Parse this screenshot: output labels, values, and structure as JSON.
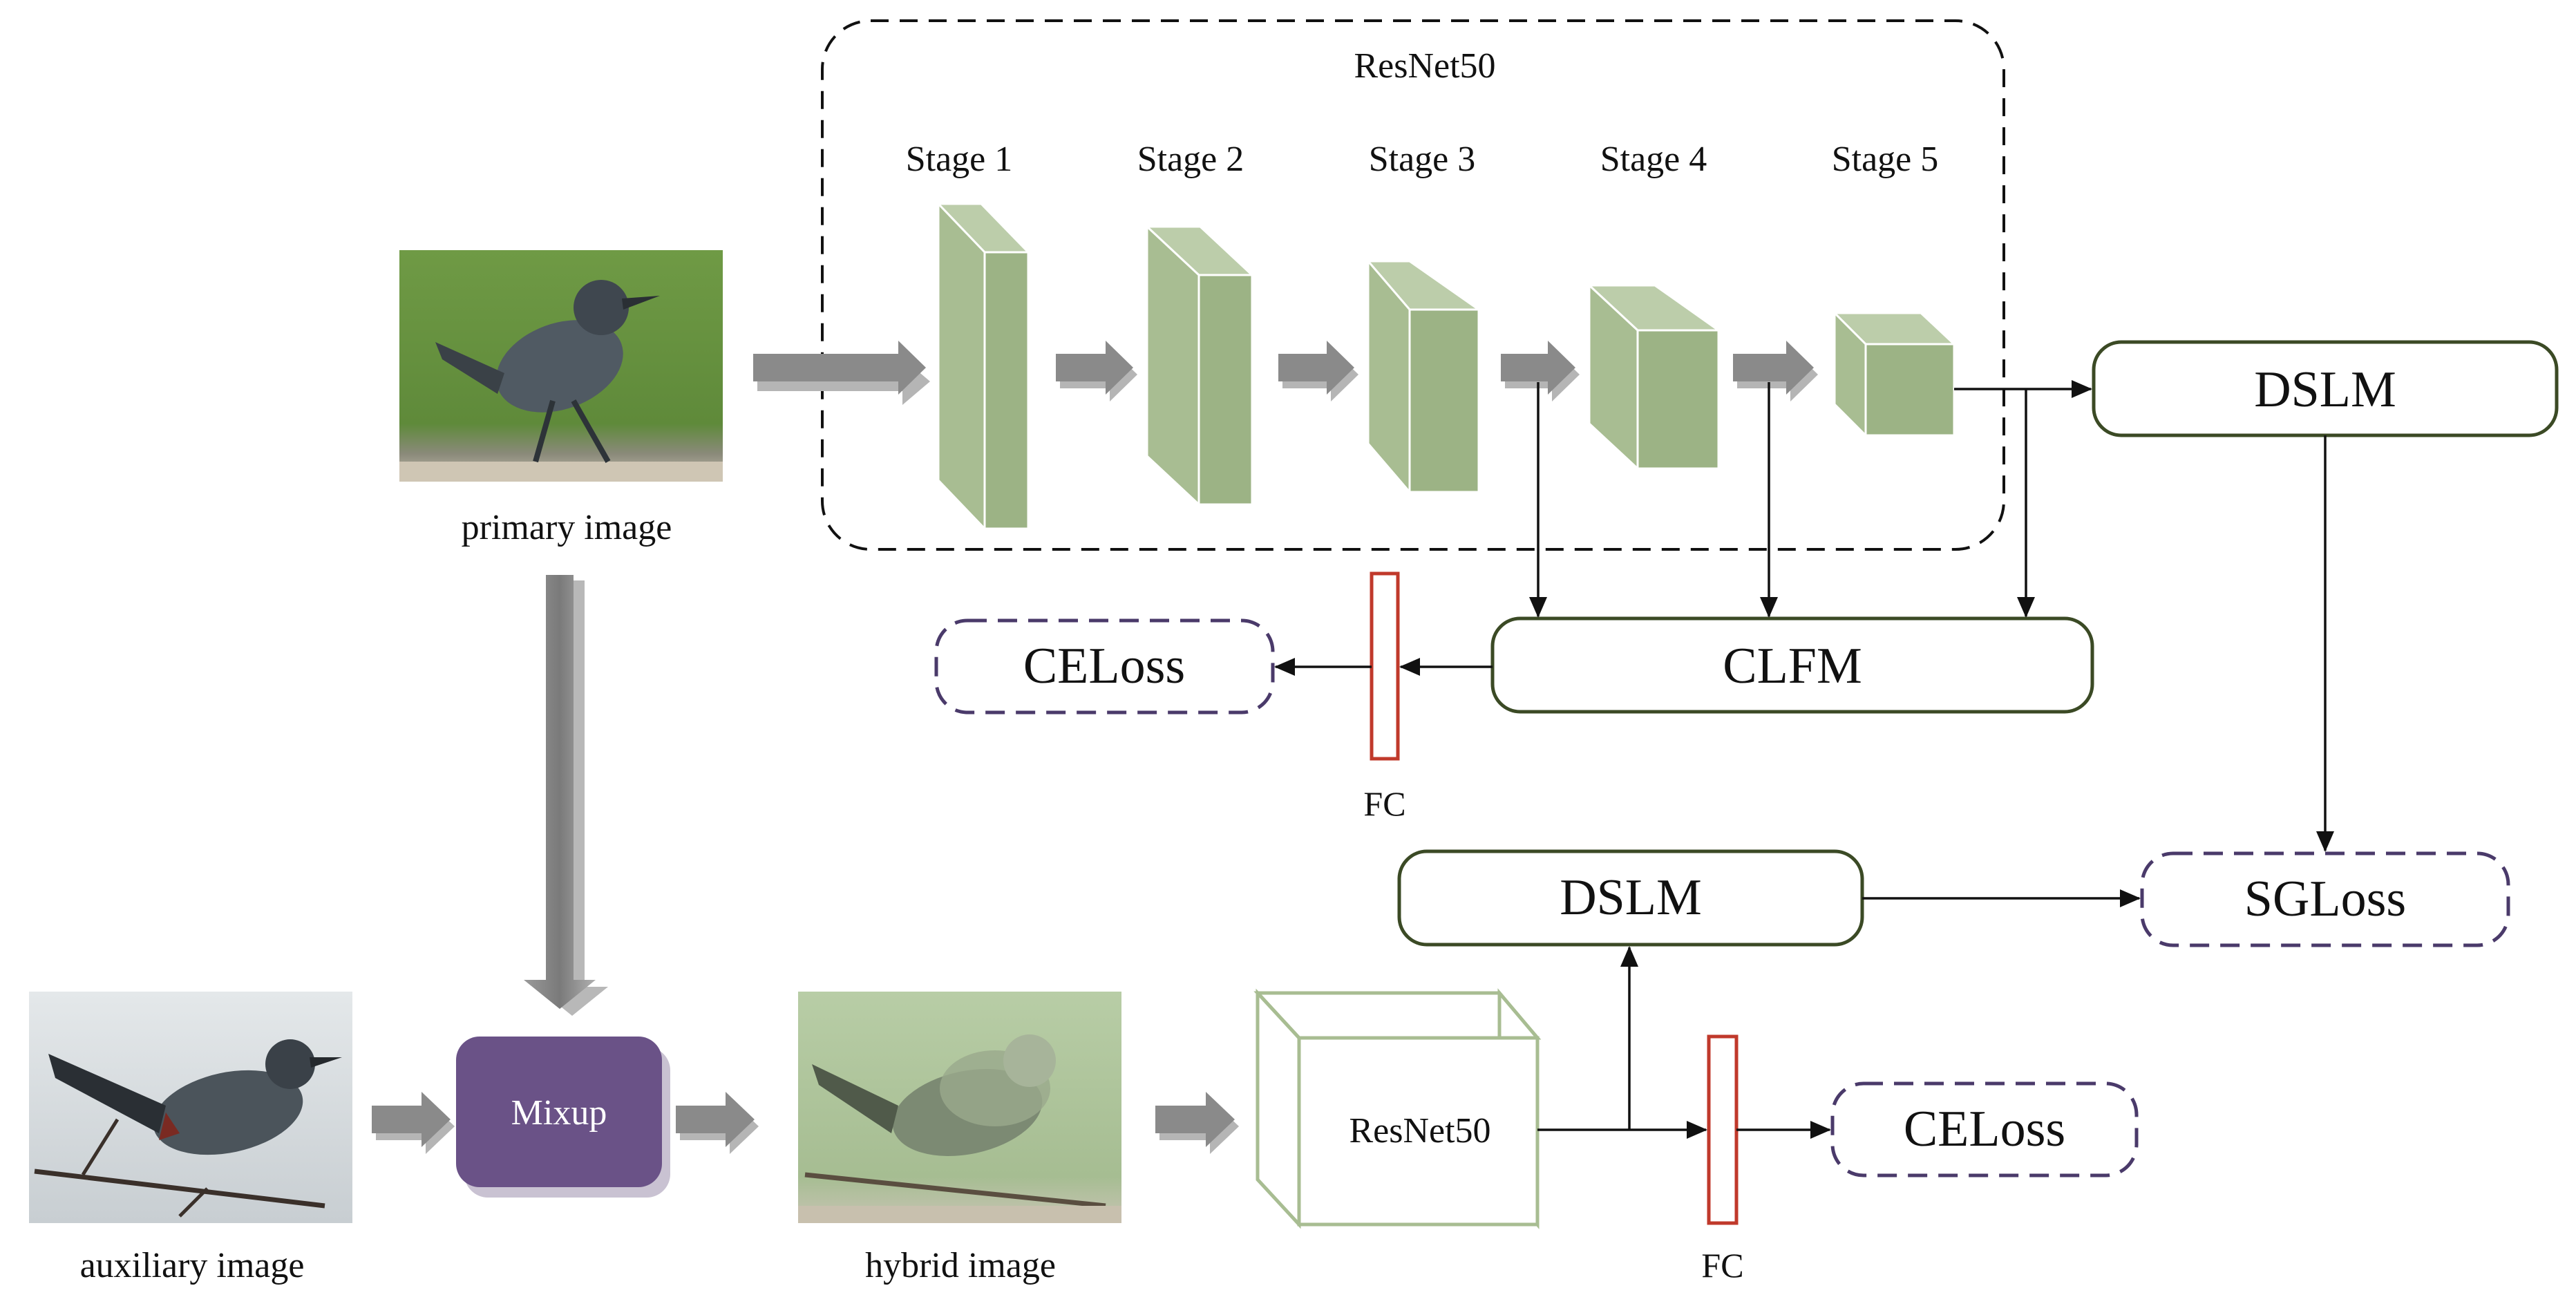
{
  "resnet": {
    "title": "ResNet50",
    "stages": [
      "Stage 1",
      "Stage 2",
      "Stage 3",
      "Stage 4",
      "Stage 5"
    ]
  },
  "images": {
    "primary": "primary image",
    "auxiliary": "auxiliary image",
    "hybrid": "hybrid image"
  },
  "modules": {
    "dslm_top": "DSLM",
    "clfm": "CLFM",
    "celoss_top": "CELoss",
    "fc_top": "FC",
    "sgloss": "SGLoss",
    "dslm_bottom": "DSLM",
    "mixup": "Mixup",
    "resnet_bottom": "ResNet50",
    "fc_bottom": "FC",
    "celoss_bottom": "CELoss"
  },
  "colors": {
    "stage_block": "#a8bd92",
    "module_border": "#3b4a25",
    "loss_border": "#4a3a6a",
    "mixup_fill": "#6a5287",
    "fc_border": "#c0392b",
    "thick_arrow": "#8a8a8a"
  }
}
